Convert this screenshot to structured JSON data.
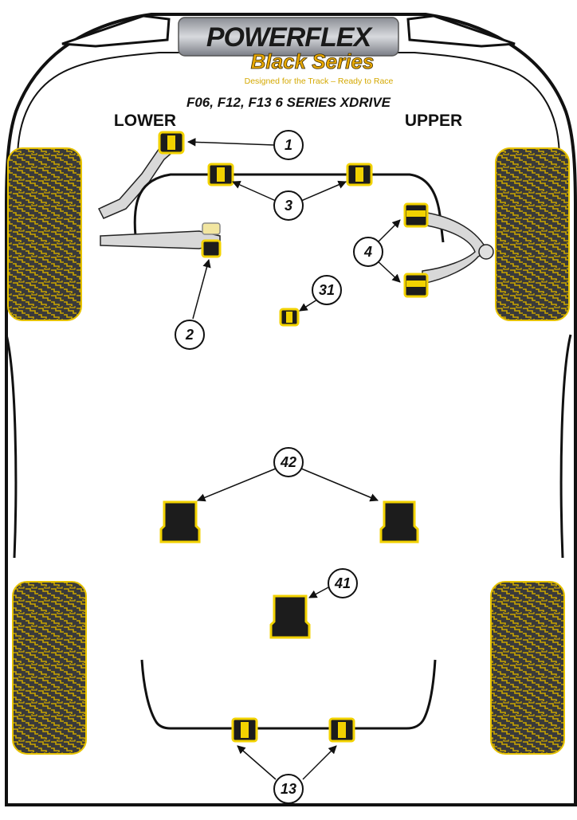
{
  "logo": {
    "brand": "POWERFLEX",
    "series": "Black Series",
    "tagline": "Designed for the Track – Ready to Race"
  },
  "model_title": "F06, F12, F13 6 SERIES XDRIVE",
  "section_labels": {
    "lower": "LOWER",
    "upper": "UPPER"
  },
  "callouts": [
    {
      "id": "1"
    },
    {
      "id": "3"
    },
    {
      "id": "4"
    },
    {
      "id": "31"
    },
    {
      "id": "2"
    },
    {
      "id": "42"
    },
    {
      "id": "41"
    },
    {
      "id": "13"
    }
  ],
  "colors": {
    "bush_yellow": "#f2d200",
    "bush_black": "#1c1c1c",
    "tire_gray": "#3c3c3c",
    "outline": "#111111",
    "arm_gray": "#cfcfcf"
  }
}
